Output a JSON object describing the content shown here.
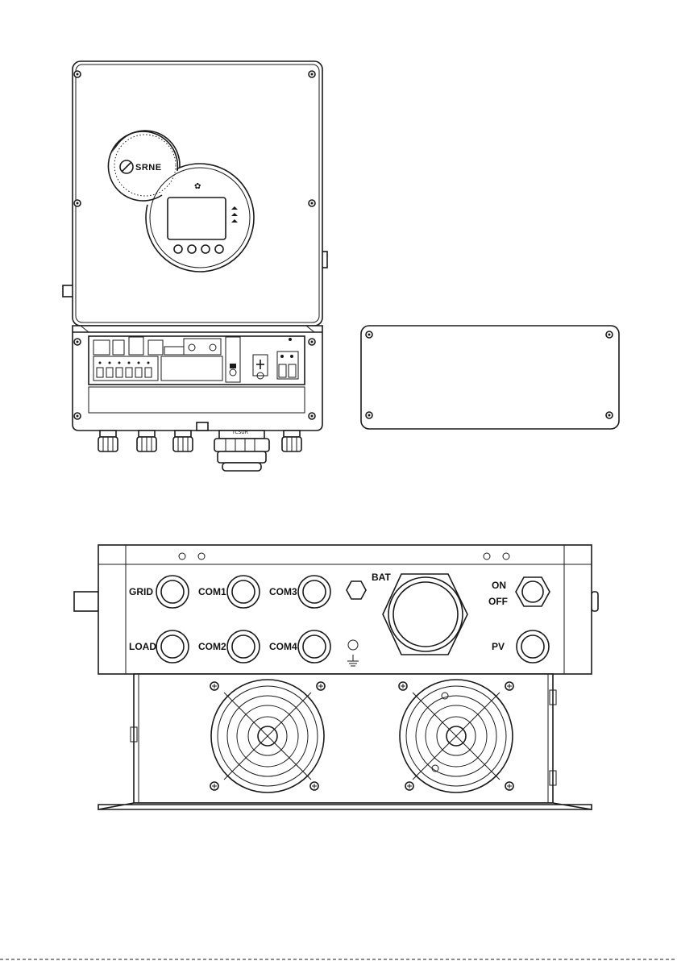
{
  "front_view": {
    "brand": "SRNE",
    "cover_label": "TCSUR"
  },
  "bottom_view": {
    "port_labels": {
      "grid": "GRID",
      "load": "LOAD",
      "com1": "COM1",
      "com2": "COM2",
      "com3": "COM3",
      "com4": "COM4",
      "bat": "BAT",
      "on": "ON",
      "off": "OFF",
      "pv": "PV"
    }
  },
  "colors": {
    "line": "#1a1a1a",
    "background": "#ffffff"
  }
}
